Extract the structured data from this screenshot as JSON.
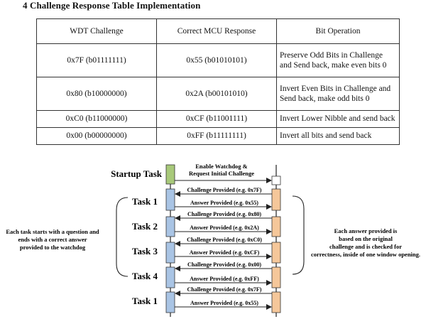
{
  "title": "4 Challenge Response Table Implementation",
  "table": {
    "headers": [
      "WDT Challenge",
      "Correct MCU Response",
      "Bit Operation"
    ],
    "rows": [
      [
        "0x7F (b01111111)",
        "0x55 (b01010101)",
        "Preserve Odd Bits in Challenge and Send back, make even bits 0"
      ],
      [
        "0x80 (b10000000)",
        "0x2A (b00101010)",
        "Invert Even Bits in Challenge and Send back, make odd bits 0"
      ],
      [
        "0xC0 (b11000000)",
        "0xCF (b11001111)",
        "Invert Lower Nibble and send back"
      ],
      [
        "0x00 (b00000000)",
        "0xFF (b11111111)",
        "Invert all bits and send back"
      ]
    ]
  },
  "diagram": {
    "startup_label": "Startup Task",
    "enable_label_line1": "Enable Watchdog &",
    "enable_label_line2": "Request Initial Challenge",
    "task_labels": [
      "Task 1",
      "Task 2",
      "Task 3",
      "Task 4",
      "Task 1"
    ],
    "arrows": [
      {
        "dir": "left",
        "text": "Challenge Provided (e.g. 0x7F)"
      },
      {
        "dir": "right",
        "text": "Answer Provided (e.g. 0x55)"
      },
      {
        "dir": "left",
        "text": "Challenge Provided (e.g. 0x80)"
      },
      {
        "dir": "right",
        "text": "Answer Provided (e.g. 0x2A)"
      },
      {
        "dir": "left",
        "text": "Challenge Provided (e.g. 0xC0)"
      },
      {
        "dir": "right",
        "text": "Answer Provided (e.g. 0xCF)"
      },
      {
        "dir": "left",
        "text": "Challenge Provided (e.g. 0x00)"
      },
      {
        "dir": "right",
        "text": "Answer Provided (e.g. 0xFF)"
      },
      {
        "dir": "left",
        "text": "Challenge Provided (e.g. 0x7F)"
      },
      {
        "dir": "right",
        "text": "Answer Provided (e.g. 0x55)"
      }
    ],
    "left_note": [
      "Each task starts with a question and",
      "ends  with a correct answer",
      "provided to the watchdog"
    ],
    "right_note": [
      "Each answer  provided is",
      "based on the original",
      "challenge and is checked for",
      "correctness, inside of one window opening."
    ],
    "colors": {
      "startup": "#a8c97a",
      "task": "#a9c4e4",
      "watchdog": "#f5c79a",
      "line": "#222222"
    }
  }
}
